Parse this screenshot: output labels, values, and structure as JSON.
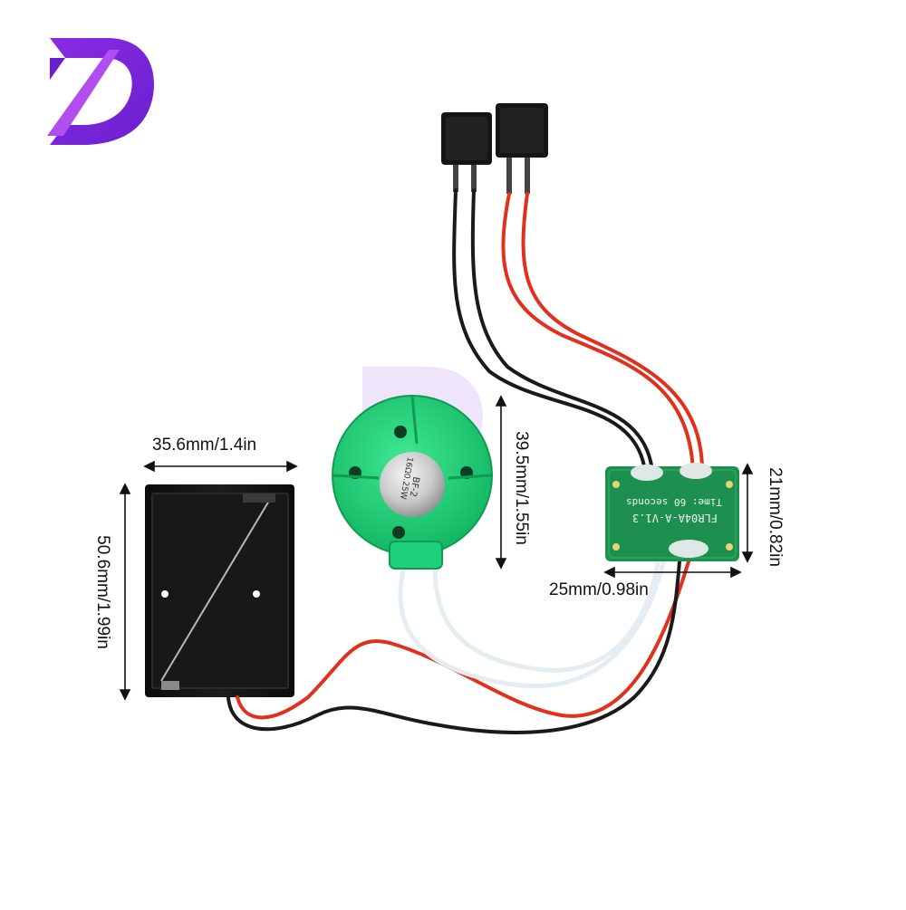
{
  "brand": {
    "logo_icon": "stylized-d-logo-icon",
    "logo_color": "#7a2bd9",
    "logo_color_light": "#b04ef0"
  },
  "dimensions": {
    "battery_width": "35.6mm/1.4in",
    "battery_height": "50.6mm/1.99in",
    "speaker_diameter": "39.5mm/1.55in",
    "board_height": "21mm/0.82in",
    "board_width": "25mm/0.98in"
  },
  "board": {
    "model": "FLR04A-A-V1.3",
    "time_label": "Time: 60 seconds",
    "color": "#1d8f4e"
  },
  "speaker": {
    "marking": "BF-2",
    "rating": "16Ω0.25W",
    "color": "#1fd07a"
  },
  "colors": {
    "wire_red": "#e0301e",
    "wire_black": "#1a1a1a",
    "wire_white": "#e8eef2",
    "battery_box": "#141414"
  }
}
